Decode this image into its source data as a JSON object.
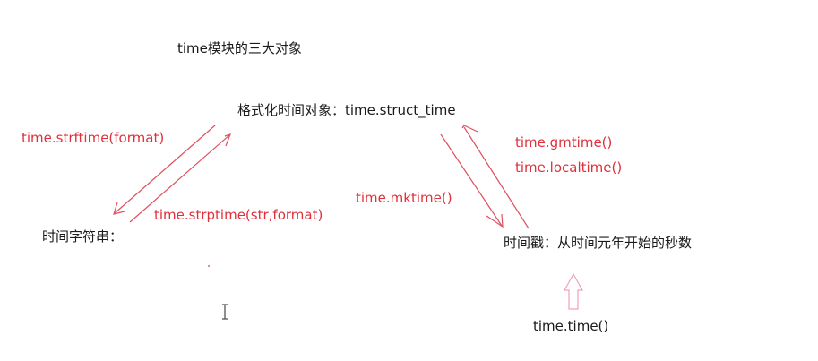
{
  "diagram": {
    "title": "time模块的三大对象",
    "nodes": {
      "struct_time": "格式化时间对象：time.struct_time",
      "time_string": "时间字符串：",
      "timestamp": "时间戳：从时间元年开始的秒数"
    },
    "edges": {
      "strftime": "time.strftime(format)",
      "strptime": "time.strptime(str,format)",
      "gmtime": "time.gmtime()",
      "localtime": "time.localtime()",
      "mktime": "time.mktime()",
      "time": "time.time()"
    },
    "colors": {
      "text": "#1a1a1a",
      "accent_red": "#e0303a",
      "arrow_red": "#e05060",
      "hollow_arrow_pink": "#f0a0b8",
      "background": "#ffffff"
    },
    "cursor_icon": "text-i-beam"
  }
}
